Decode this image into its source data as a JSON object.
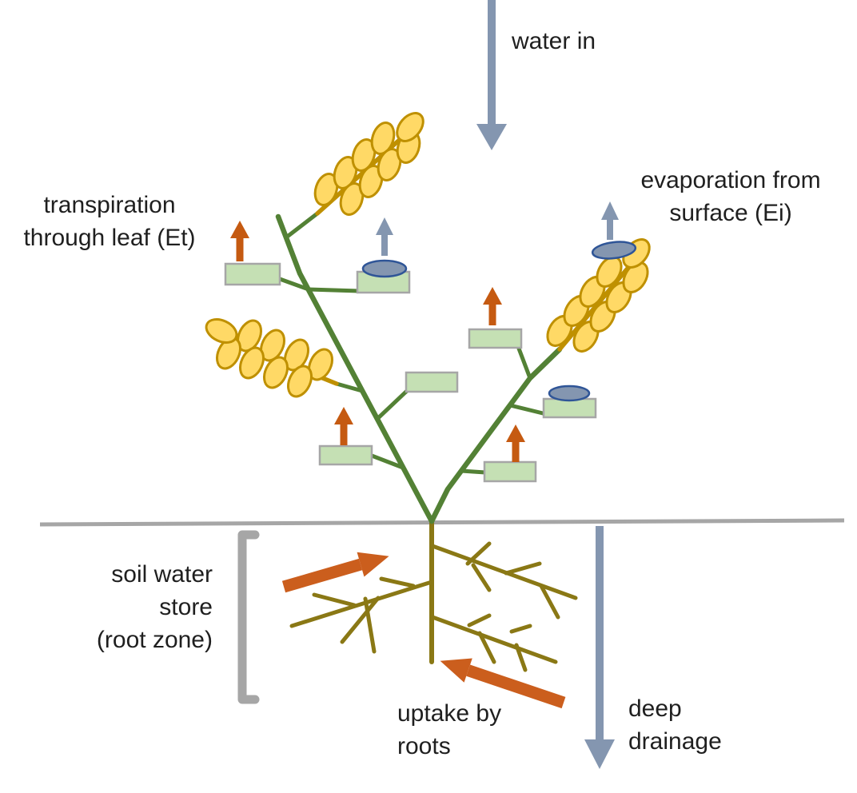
{
  "labels": {
    "water_in": "water in",
    "transpiration": "transpiration\nthrough leaf (Et)",
    "evaporation": "evaporation from\nsurface (Ei)",
    "soil_water_store": "soil water\nstore\n(root zone)",
    "uptake": "uptake by\nroots",
    "deep_drainage": "deep\ndrainage"
  },
  "colors": {
    "bg": "#ffffff",
    "text": "#1f1f1f",
    "water_arrow": "#8496b0",
    "transp_arrow": "#c55a11",
    "uptake_arrow": "#cb5e1d",
    "stem": "#538135",
    "seed_stem": "#bf9000",
    "grain_fill": "#ffd966",
    "grain_stroke": "#bf9000",
    "leaf_fill": "#c5e0b4",
    "leaf_stroke": "#a6a6a6",
    "droplet_fill": "#8496b0",
    "droplet_stroke": "#2f5597",
    "root": "#8a7815",
    "soil_line": "#a6a6a6",
    "bracket": "#a6a6a6"
  }
}
